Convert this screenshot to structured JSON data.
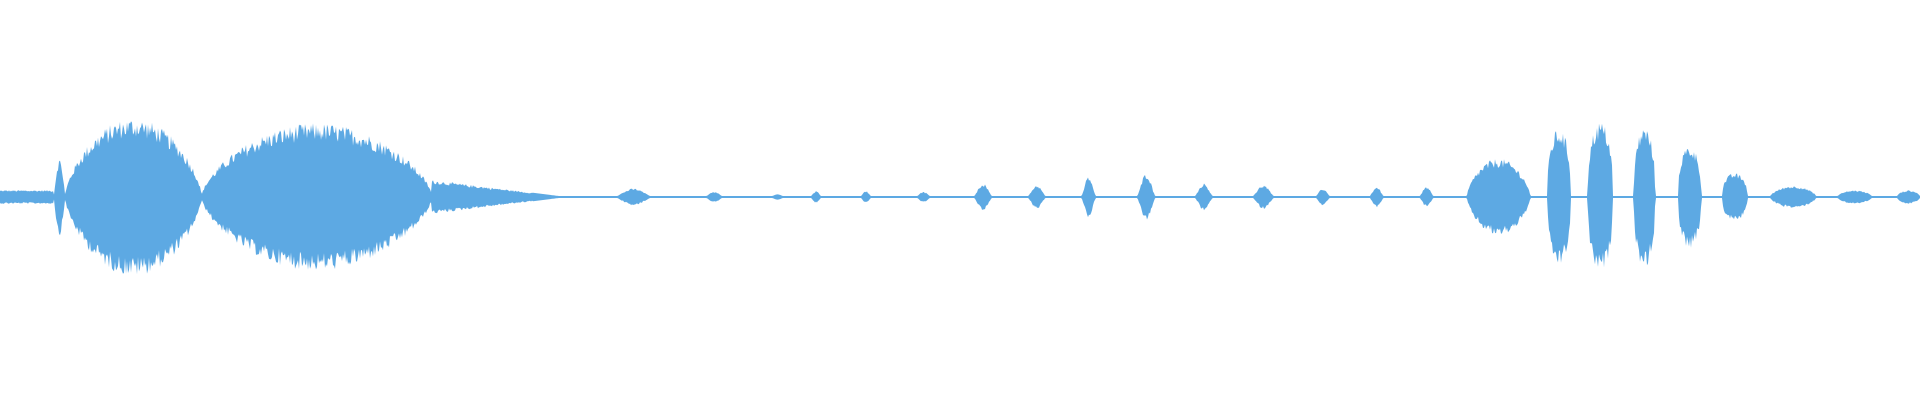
{
  "waveform": {
    "color": "#5DA9E3",
    "background": "#FFFFFF",
    "duration_units": 1920,
    "baseline_amplitude": 0.01,
    "segments": [
      {
        "start": 0.0,
        "end": 0.028,
        "peak": 0.08,
        "shape": "flat"
      },
      {
        "start": 0.028,
        "end": 0.034,
        "peak": 0.45,
        "shape": "spike"
      },
      {
        "start": 0.034,
        "end": 0.105,
        "peak": 0.92,
        "shape": "swell"
      },
      {
        "start": 0.105,
        "end": 0.225,
        "peak": 0.86,
        "shape": "swell"
      },
      {
        "start": 0.225,
        "end": 0.295,
        "peak": 0.2,
        "shape": "decay"
      },
      {
        "start": 0.32,
        "end": 0.34,
        "peak": 0.1,
        "shape": "blip"
      },
      {
        "start": 0.367,
        "end": 0.377,
        "peak": 0.06,
        "shape": "blip"
      },
      {
        "start": 0.401,
        "end": 0.409,
        "peak": 0.03,
        "shape": "blip"
      },
      {
        "start": 0.422,
        "end": 0.428,
        "peak": 0.07,
        "shape": "blip"
      },
      {
        "start": 0.448,
        "end": 0.454,
        "peak": 0.07,
        "shape": "blip"
      },
      {
        "start": 0.477,
        "end": 0.485,
        "peak": 0.06,
        "shape": "blip"
      },
      {
        "start": 0.507,
        "end": 0.517,
        "peak": 0.16,
        "shape": "blip"
      },
      {
        "start": 0.535,
        "end": 0.545,
        "peak": 0.14,
        "shape": "blip"
      },
      {
        "start": 0.563,
        "end": 0.571,
        "peak": 0.24,
        "shape": "blip"
      },
      {
        "start": 0.592,
        "end": 0.602,
        "peak": 0.28,
        "shape": "blip"
      },
      {
        "start": 0.622,
        "end": 0.632,
        "peak": 0.16,
        "shape": "blip"
      },
      {
        "start": 0.652,
        "end": 0.664,
        "peak": 0.14,
        "shape": "blip"
      },
      {
        "start": 0.685,
        "end": 0.693,
        "peak": 0.1,
        "shape": "blip"
      },
      {
        "start": 0.713,
        "end": 0.721,
        "peak": 0.12,
        "shape": "blip"
      },
      {
        "start": 0.739,
        "end": 0.747,
        "peak": 0.12,
        "shape": "blip"
      },
      {
        "start": 0.764,
        "end": 0.797,
        "peak": 0.45,
        "shape": "swell"
      },
      {
        "start": 0.806,
        "end": 0.818,
        "peak": 0.8,
        "shape": "burst"
      },
      {
        "start": 0.827,
        "end": 0.84,
        "peak": 0.88,
        "shape": "burst"
      },
      {
        "start": 0.851,
        "end": 0.862,
        "peak": 0.82,
        "shape": "burst"
      },
      {
        "start": 0.874,
        "end": 0.886,
        "peak": 0.6,
        "shape": "burst"
      },
      {
        "start": 0.897,
        "end": 0.91,
        "peak": 0.28,
        "shape": "burst"
      },
      {
        "start": 0.922,
        "end": 0.946,
        "peak": 0.13,
        "shape": "swell"
      },
      {
        "start": 0.957,
        "end": 0.975,
        "peak": 0.08,
        "shape": "swell"
      },
      {
        "start": 0.988,
        "end": 1.0,
        "peak": 0.08,
        "shape": "swell"
      }
    ]
  }
}
